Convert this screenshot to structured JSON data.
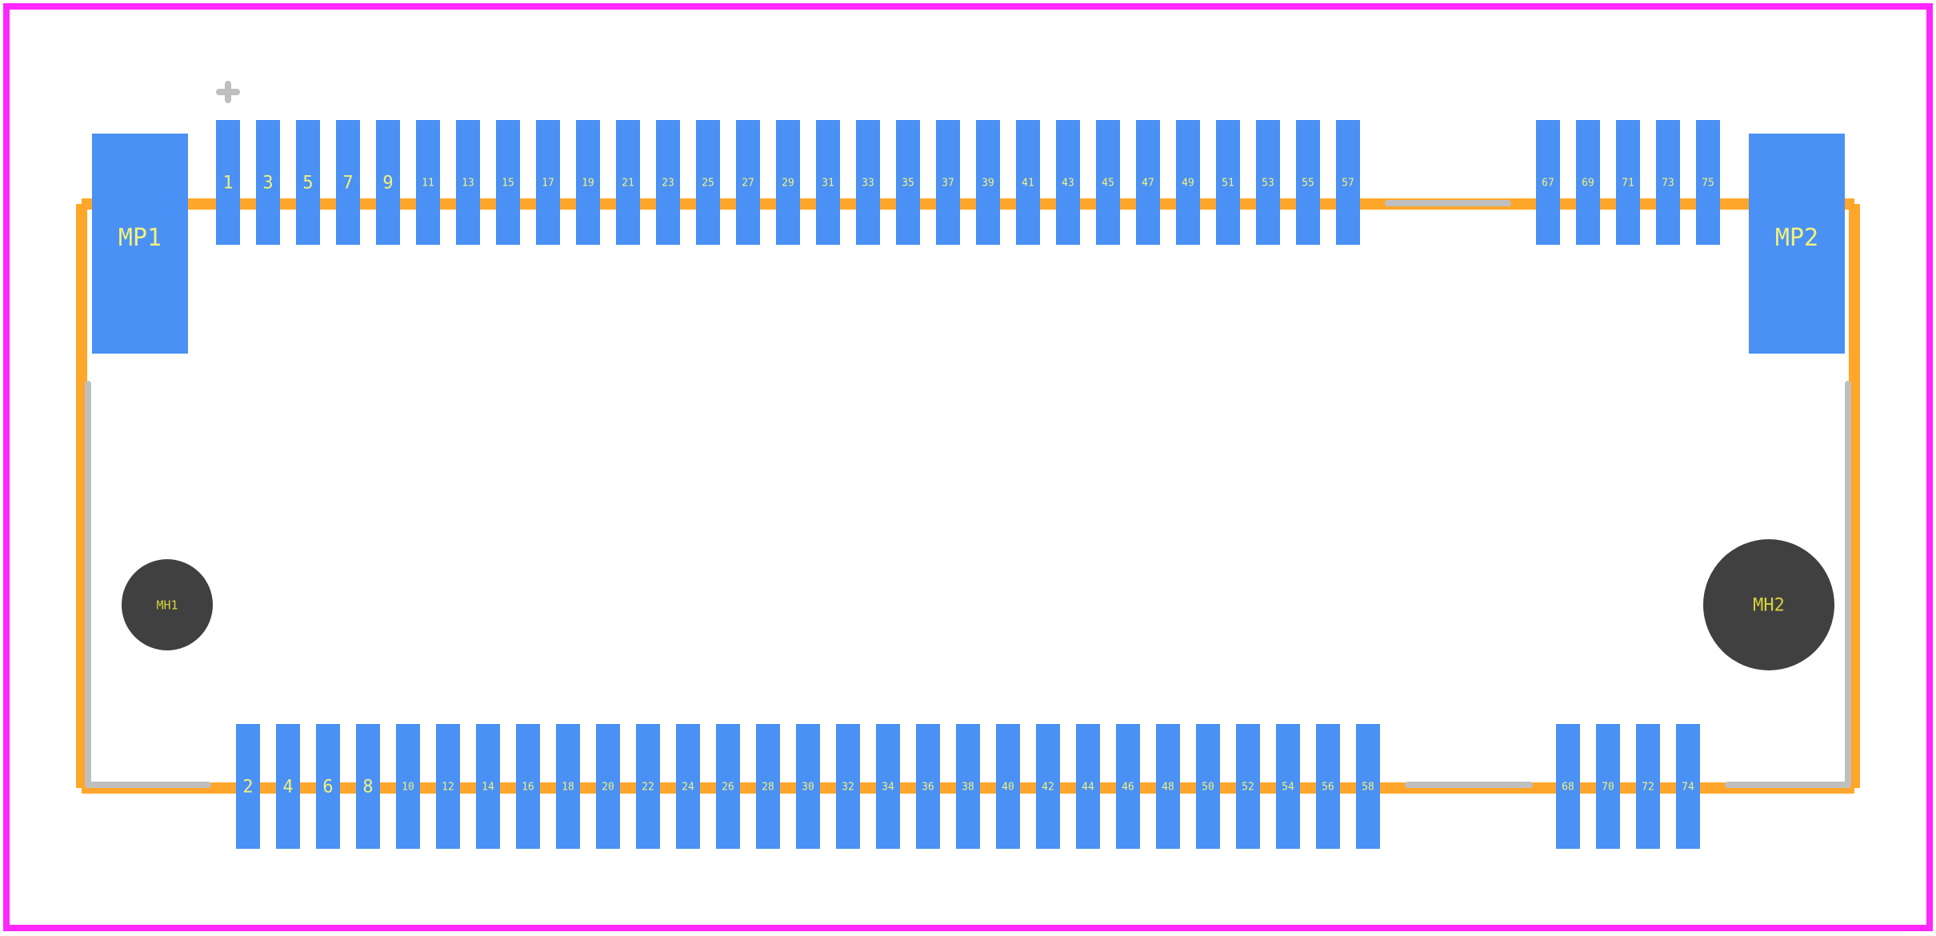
{
  "footprint": {
    "colors": {
      "board_outline": "#ff26ff",
      "silkscreen": "#ffa62b",
      "courtyard": "#bfbfbf",
      "pad": "#4a90f5",
      "pad_label": "#f2f27a",
      "hole": "#404040",
      "hole_label": "#d4d43a",
      "pin1_marker": "#bfbfbf"
    },
    "top_pins": [
      "1",
      "3",
      "5",
      "7",
      "9",
      "11",
      "13",
      "15",
      "17",
      "19",
      "21",
      "23",
      "25",
      "27",
      "29",
      "31",
      "33",
      "35",
      "37",
      "39",
      "41",
      "43",
      "45",
      "47",
      "49",
      "51",
      "53",
      "55",
      "57"
    ],
    "top_right_pins": [
      "67",
      "69",
      "71",
      "73",
      "75"
    ],
    "bottom_pins": [
      "2",
      "4",
      "6",
      "8",
      "10",
      "12",
      "14",
      "16",
      "18",
      "20",
      "22",
      "24",
      "26",
      "28",
      "30",
      "32",
      "34",
      "36",
      "38",
      "40",
      "42",
      "44",
      "46",
      "48",
      "50",
      "52",
      "54",
      "56",
      "58"
    ],
    "bottom_right_pins": [
      "68",
      "70",
      "72",
      "74"
    ],
    "mount_pads": [
      "MP1",
      "MP2"
    ],
    "holes": [
      "MH1",
      "MH2"
    ]
  }
}
